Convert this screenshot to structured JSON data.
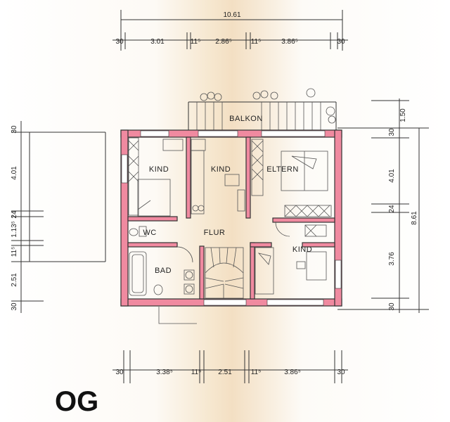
{
  "dimensions": {
    "top_total": "10.61",
    "top": [
      "30",
      "3.01",
      "11⁵",
      "2.86⁵",
      "11⁵",
      "3.86⁵",
      "30"
    ],
    "bottom": [
      "30",
      "3.38⁵",
      "11⁵",
      "2.51",
      "11⁵",
      "3.86⁵",
      "30"
    ],
    "left": [
      "30",
      "4.01",
      "24",
      "1.13⁵",
      "11⁵",
      "2.51",
      "30"
    ],
    "right": [
      "1.50",
      "30",
      "4.01",
      "24",
      "3.76",
      "30"
    ],
    "right_total": "8.61"
  },
  "rooms": {
    "balcony": "BALKON",
    "kid_left": "KIND",
    "kid_middle": "KIND",
    "parents": "ELTERN",
    "hallway": "FLUR",
    "toilet": "WC",
    "bath": "BAD",
    "kid_right": "KIND"
  },
  "floor_label": "OG",
  "colors": {
    "wall": "#f08aa0",
    "line": "#333333"
  }
}
